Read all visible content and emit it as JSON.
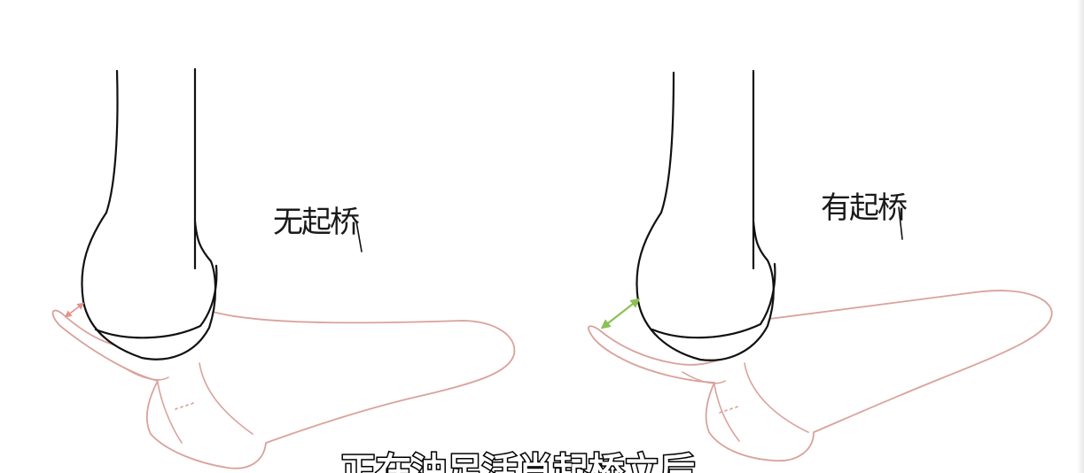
{
  "labels": {
    "left_caption": "无起桥",
    "right_caption": "有起桥"
  },
  "subtitle": "正在油足活肖起桥立后",
  "colors": {
    "bone_outline": "#111111",
    "tissue_outline": "#d9a29c",
    "left_arrow": "#e4928a",
    "right_arrow": "#8cc152"
  }
}
